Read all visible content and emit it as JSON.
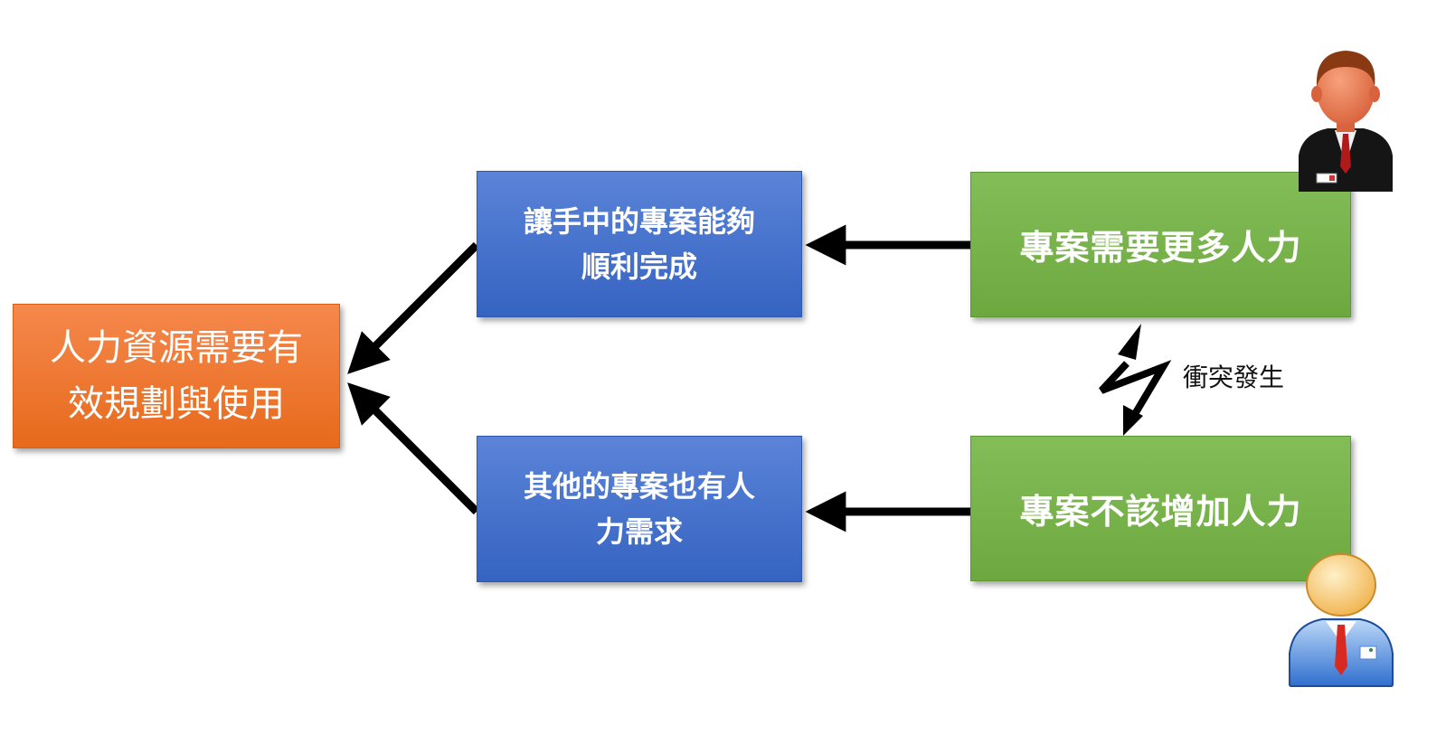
{
  "nodes": {
    "goal": {
      "text": "人力資源需要有\n效規劃與使用"
    },
    "complete_projects": {
      "text": "讓手中的專案能夠\n順利完成"
    },
    "other_projects": {
      "text": "其他的專案也有人\n力需求"
    },
    "need_more": {
      "text": "專案需要更多人力"
    },
    "no_more": {
      "text": "專案不該增加人力"
    }
  },
  "conflict": {
    "label": "衝突發生"
  },
  "icons": {
    "top_person": "businessman-icon",
    "bottom_person": "user-icon"
  },
  "colors": {
    "orange": "#ee7a2e",
    "blue": "#4472c4",
    "green": "#77b24c",
    "arrow": "#000000"
  }
}
